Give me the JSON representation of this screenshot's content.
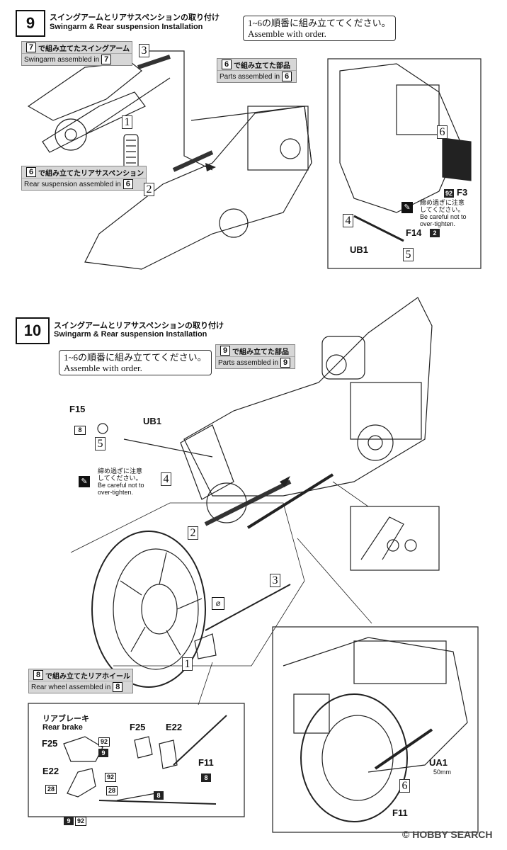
{
  "step9": {
    "number": "9",
    "title_jp": "スイングアームとリアサスペンションの取り付け",
    "title_en": "Swingarm & Rear suspension Installation",
    "order_note_jp": "1~6の順番に組み立ててください。",
    "order_note_en": "Assemble with order.",
    "ref_swingarm": {
      "jp": "で組み立てたスイングアーム",
      "en": "Swingarm assembled in",
      "step": "7"
    },
    "ref_parts": {
      "jp": "で組み立てた部品",
      "en": "Parts assembled in",
      "step": "6"
    },
    "ref_suspension": {
      "jp": "で組み立てたリアサスペンション",
      "en": "Rear suspension assembled in",
      "step": "6"
    },
    "order_marks": [
      "1",
      "2",
      "3",
      "4",
      "5",
      "6"
    ],
    "parts": {
      "ub1": "UB1",
      "f14": "F14",
      "f3": "F3",
      "f14_code": "2",
      "f3_code": "92"
    },
    "caution_jp_1": "締め過ぎに注意",
    "caution_jp_2": "してください。",
    "caution_en_1": "Be careful not to",
    "caution_en_2": "over-tighten."
  },
  "step10": {
    "number": "10",
    "title_jp": "スイングアームとリアサスペンションの取り付け",
    "title_en": "Swingarm & Rear suspension Installation",
    "order_note_jp": "1~6の順番に組み立ててください。",
    "order_note_en": "Assemble with order.",
    "ref_parts": {
      "jp": "で組み立てた部品",
      "en": "Parts assembled in",
      "step": "9"
    },
    "ref_wheel": {
      "jp": "で組み立てたリアホイール",
      "en": "Rear wheel assembled in",
      "step": "8"
    },
    "order_marks": [
      "1",
      "2",
      "3",
      "4",
      "5",
      "6"
    ],
    "parts": {
      "f15": "F15",
      "f15_code": "8",
      "ub1": "UB1",
      "ua1": "UA1",
      "ua1_len": "50mm",
      "f11": "F11"
    },
    "caution_jp_1": "締め過ぎに注意",
    "caution_jp_2": "してください。",
    "caution_en_1": "Be careful not to",
    "caution_en_2": "over-tighten."
  },
  "rear_brake": {
    "title_jp": "リアブレーキ",
    "title_en": "Rear brake",
    "f25": "F25",
    "e22": "E22",
    "f11": "F11",
    "codes": {
      "c92": "92",
      "c9": "9",
      "c28": "28",
      "c8": "8"
    }
  },
  "watermark": "HOBBY SEARCH",
  "watermark_mark": "©"
}
